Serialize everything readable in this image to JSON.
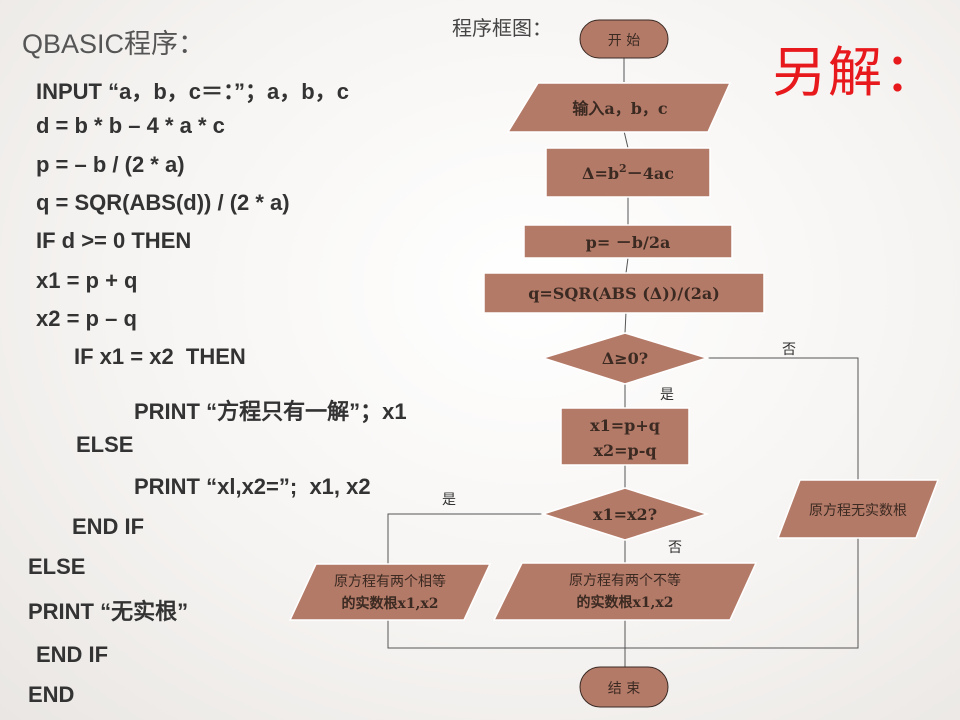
{
  "code": {
    "heading": "QBASIC程序：",
    "lines": [
      "INPUT “a，b，c＝：”；a，b，c",
      "d = b * b – 4 * a * c",
      "p = – b / (2 * a)",
      "q = SQR(ABS(d)) / (2 * a)",
      "IF d >= 0 THEN",
      "x1 = p + q",
      "x2 = p – q",
      "IF x1 = x2  THEN",
      "PRINT “方程只有一解”；x1",
      "ELSE",
      "PRINT “xl,x2=”;  x1, x2",
      "END IF",
      "ELSE",
      "PRINT “无实根”",
      "END IF",
      "END"
    ]
  },
  "flowchart": {
    "title": "程序框图：",
    "alt_solution": "另解：",
    "start": "开 始",
    "input": "输入a，b，c",
    "delta_prefix": "Δ=b",
    "delta_sup": "2",
    "delta_suffix": "－4ac",
    "p_assign": "p= －b/2a",
    "q_assign": "q=SQR(ABS (Δ))/(2a)",
    "cond_delta": "Δ≥0?",
    "x1_assign": "x1=p+q",
    "x2_assign": "x2=p-q",
    "cond_equal": "x1=x2?",
    "no_real_roots": "原方程无实数根",
    "equal_roots_line1": "原方程有两个相等",
    "equal_roots_line2": "的实数根x1,x2",
    "unequal_roots_line1": "原方程有两个不等",
    "unequal_roots_line2": "的实数根x1,x2",
    "end": "结 束",
    "yes_label": "是",
    "no_label": "否"
  }
}
